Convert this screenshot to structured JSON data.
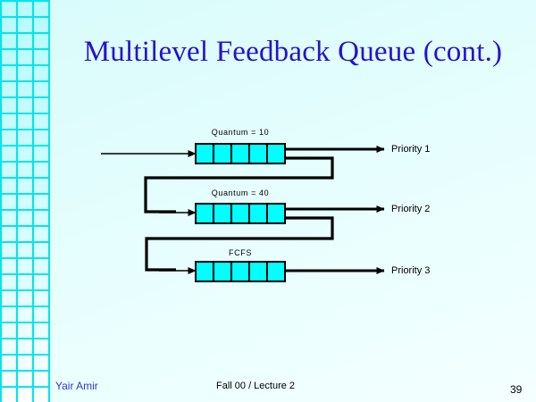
{
  "slide": {
    "title": "Multilevel Feedback Queue (cont.)",
    "background_color": "#e2fdfd",
    "title_color": "#2313cf",
    "accent_color": "#00ffff",
    "grid_line_color": "#00e5ee"
  },
  "diagram": {
    "type": "multilevel-feedback-queue",
    "queues": [
      {
        "label": "Quantum = 10",
        "priority_label": "Priority 1",
        "cells": 5,
        "cell_color": "#00ffff",
        "has_feedback_loop": true
      },
      {
        "label": "Quantum = 40",
        "priority_label": "Priority 2",
        "cells": 5,
        "cell_color": "#00ffff",
        "has_feedback_loop": true
      },
      {
        "label": "FCFS",
        "priority_label": "Priority 3",
        "cells": 5,
        "cell_color": "#00ffff",
        "has_feedback_loop": false
      }
    ]
  },
  "footer": {
    "author": "Yair Amir",
    "course": "Fall 00 / Lecture 2",
    "page_number": "39"
  }
}
